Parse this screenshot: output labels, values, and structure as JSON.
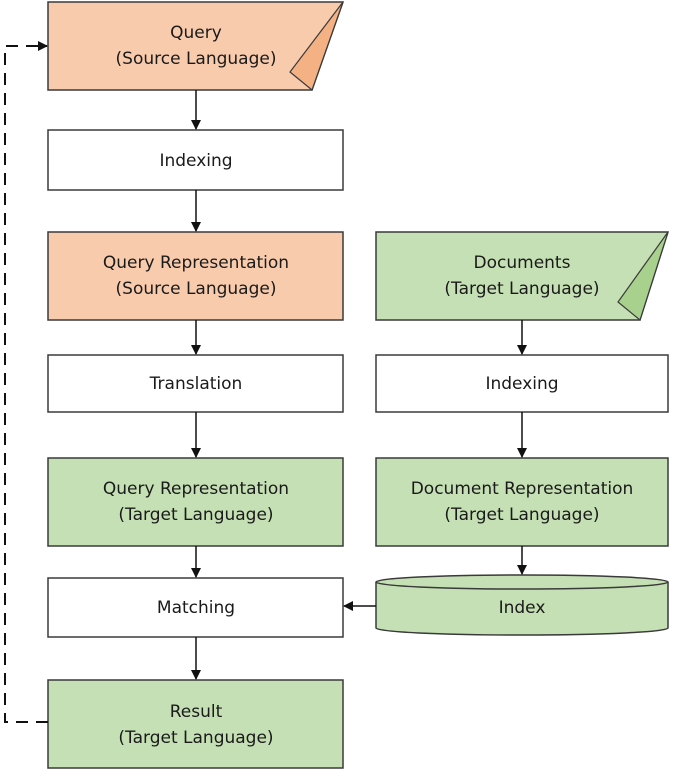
{
  "colors": {
    "orange": "#f8cbad",
    "orange_fold": "#f4b183",
    "green": "#c5e0b4",
    "green_fold": "#a9d18e",
    "white": "#ffffff",
    "stroke": "#3a3a3a"
  },
  "nodes": {
    "query": {
      "line1": "Query",
      "line2": "(Source Language)"
    },
    "indexing_left": {
      "line1": "Indexing"
    },
    "query_rep_source": {
      "line1": "Query Representation",
      "line2": "(Source Language)"
    },
    "translation": {
      "line1": "Translation"
    },
    "query_rep_target": {
      "line1": "Query Representation",
      "line2": "(Target Language)"
    },
    "matching": {
      "line1": "Matching"
    },
    "result": {
      "line1": "Result",
      "line2": "(Target Language)"
    },
    "documents": {
      "line1": "Documents",
      "line2": "(Target Language)"
    },
    "indexing_right": {
      "line1": "Indexing"
    },
    "document_rep": {
      "line1": "Document Representation",
      "line2": "(Target Language)"
    },
    "index": {
      "line1": "Index"
    }
  }
}
